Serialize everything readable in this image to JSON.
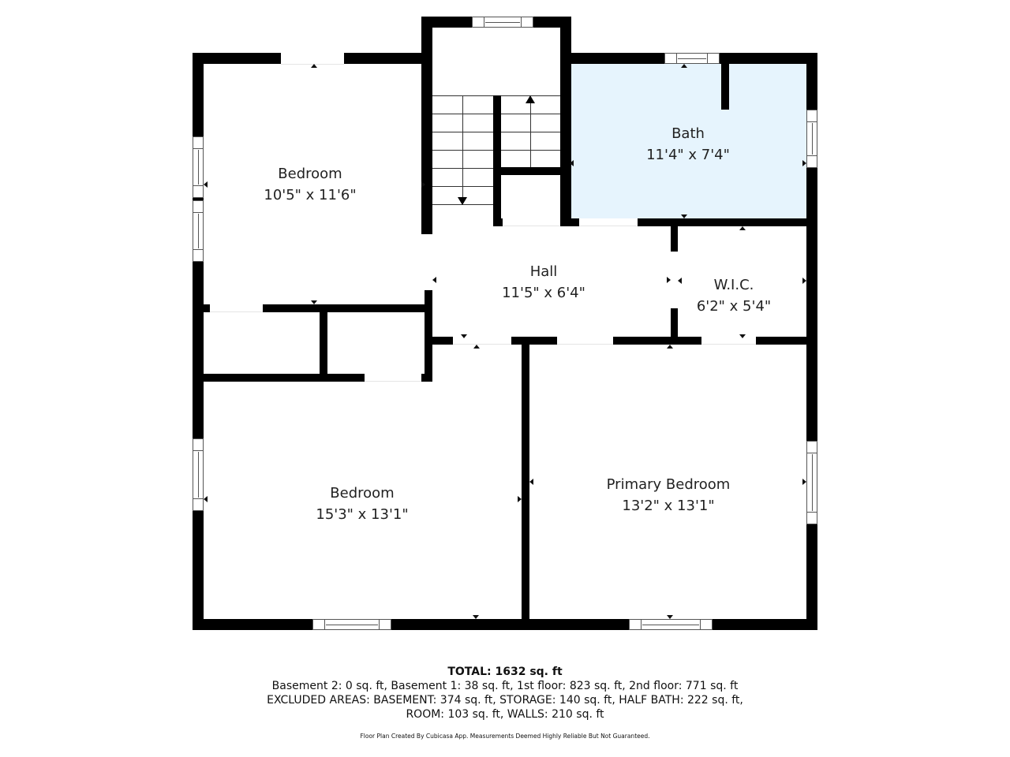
{
  "floor_plan": {
    "rooms": [
      {
        "id": "bedroom-nw",
        "name": "Bedroom",
        "dimensions": "10'5\" x 11'6\""
      },
      {
        "id": "bath",
        "name": "Bath",
        "dimensions": "11'4\" x 7'4\"",
        "fill_color": "#e6f4fd"
      },
      {
        "id": "hall",
        "name": "Hall",
        "dimensions": "11'5\" x 6'4\""
      },
      {
        "id": "wic",
        "name": "W.I.C.",
        "dimensions": "6'2\" x 5'4\""
      },
      {
        "id": "bedroom-sw",
        "name": "Bedroom",
        "dimensions": "15'3\" x 13'1\""
      },
      {
        "id": "primary-bedroom",
        "name": "Primary Bedroom",
        "dimensions": "13'2\" x 13'1\""
      }
    ],
    "wall_color": "#000000",
    "background_color": "#ffffff"
  },
  "summary": {
    "total": "TOTAL: 1632 sq. ft",
    "floors": "Basement 2: 0 sq. ft, Basement 1: 38 sq. ft, 1st floor: 823 sq. ft, 2nd floor: 771 sq. ft",
    "excluded_line1": "EXCLUDED AREAS: BASEMENT: 374 sq. ft, STORAGE: 140 sq. ft, HALF BATH: 222 sq. ft,",
    "excluded_line2": "ROOM: 103 sq. ft, WALLS: 210 sq. ft",
    "disclaimer": "Floor Plan Created By Cubicasa App. Measurements Deemed Highly Reliable But Not Guaranteed."
  }
}
